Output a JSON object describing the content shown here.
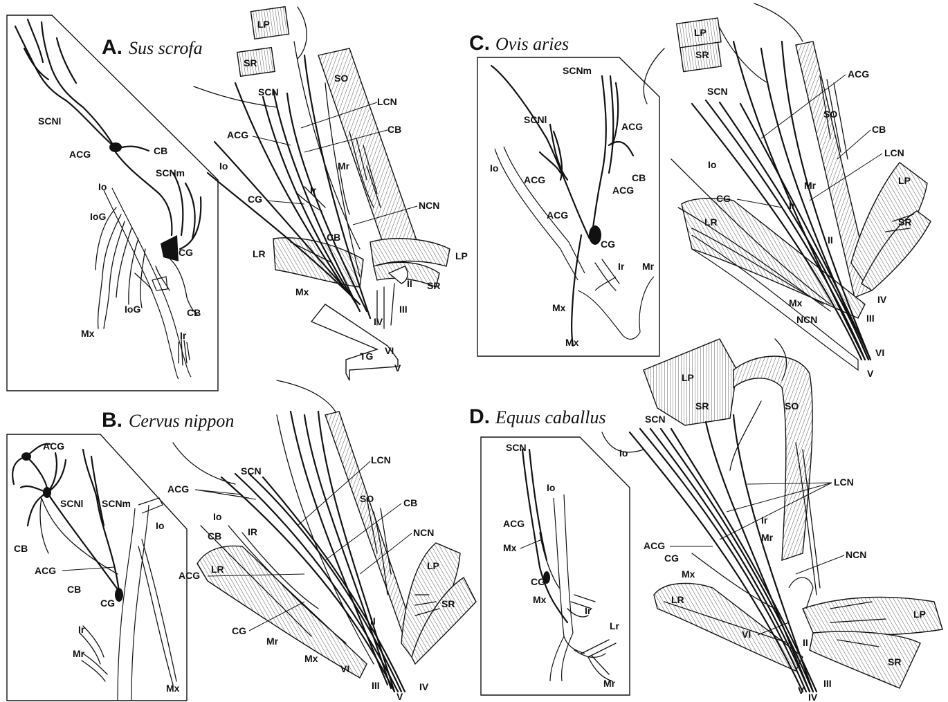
{
  "panels": {
    "A": {
      "letter": "A.",
      "species": "Sus scrofa"
    },
    "B": {
      "letter": "B.",
      "species": "Cervus nippon"
    },
    "C": {
      "letter": "C.",
      "species": "Ovis aries"
    },
    "D": {
      "letter": "D.",
      "species": "Equus caballus"
    }
  },
  "labels": {
    "SCN": "SCN",
    "SCNl": "SCNl",
    "SCNm": "SCNm",
    "ACG": "ACG",
    "CB": "CB",
    "CG": "CG",
    "Io": "Io",
    "IoG": "IoG",
    "Mx": "Mx",
    "Ir": "Ir",
    "IR": "IR",
    "Mr": "Mr",
    "Lr": "Lr",
    "LP": "LP",
    "SR": "SR",
    "SO": "SO",
    "LR": "LR",
    "LCN": "LCN",
    "NCN": "NCN",
    "TG": "TG",
    "II": "II",
    "III": "III",
    "IV": "IV",
    "V": "V",
    "VI": "VI"
  }
}
